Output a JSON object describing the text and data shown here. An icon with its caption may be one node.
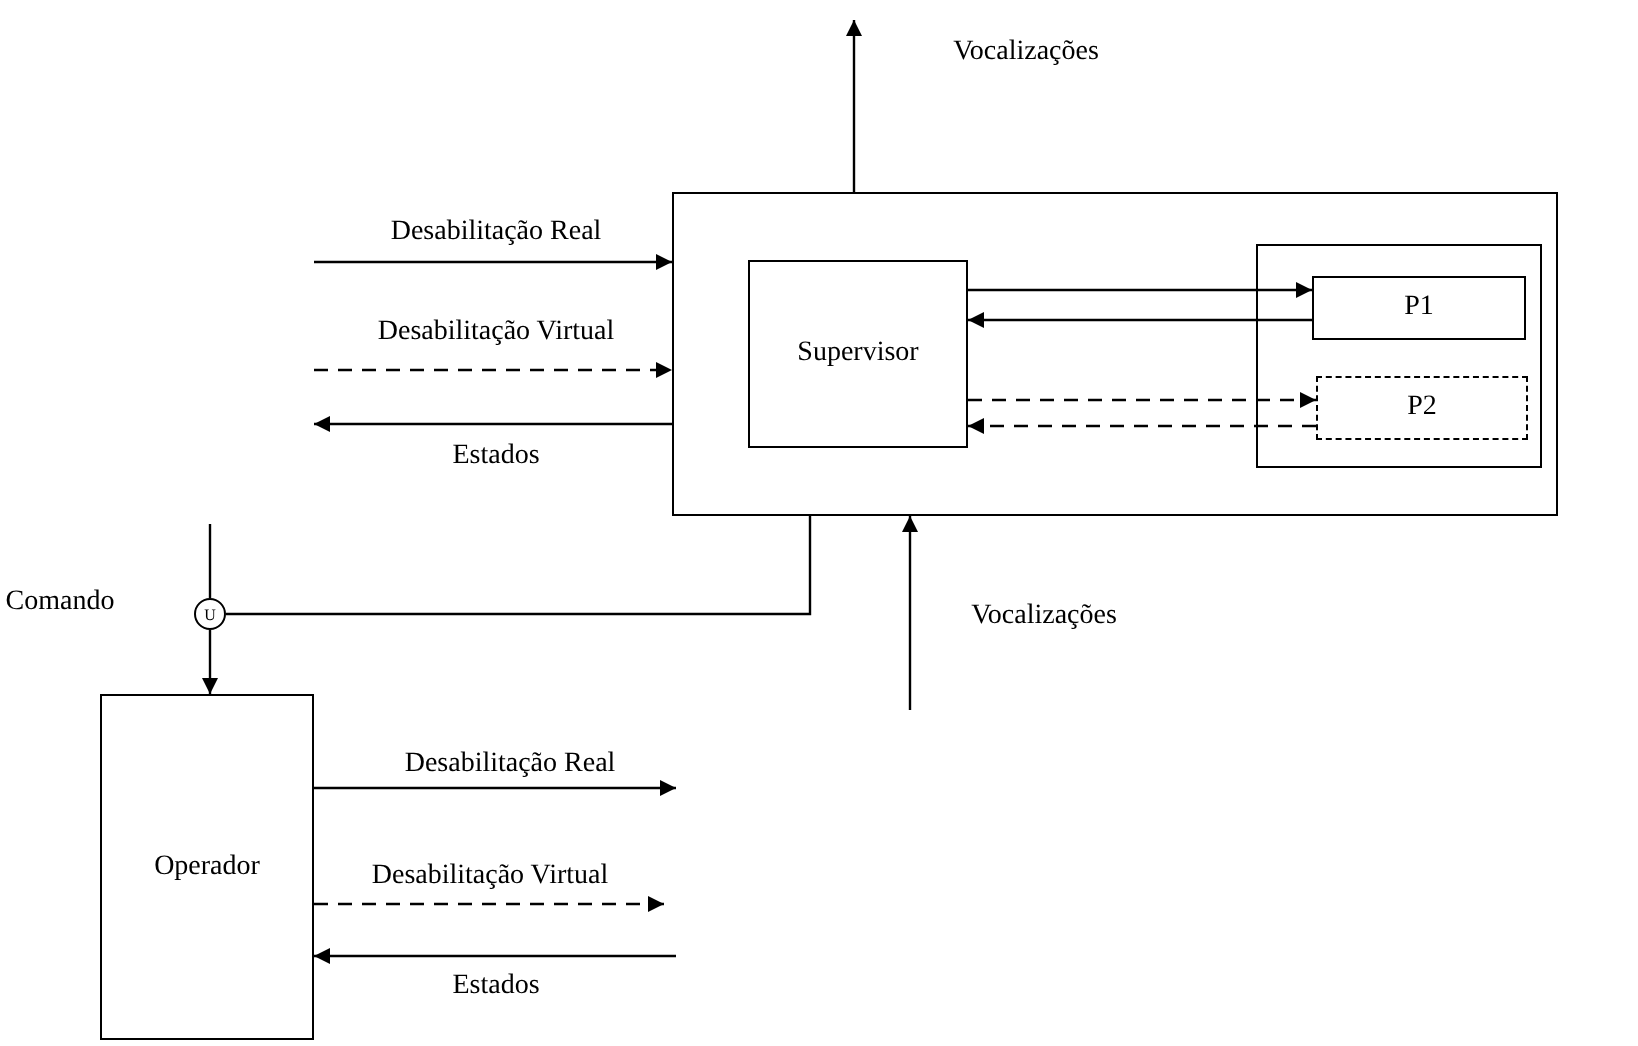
{
  "diagram": {
    "nodes": [
      {
        "text": [],
        "shape": "box"
      },
      {
        "text": [
          "Supervisor"
        ],
        "in": 0
      },
      {
        "text": [],
        "shape": "box",
        "in": 0
      },
      {
        "text": [
          "P1"
        ],
        "in": 2
      },
      {
        "text": [
          "P2"
        ],
        "in": 2
      },
      {
        "text": [
          "U"
        ],
        "beside": [
          "Comando"
        ]
      },
      {
        "text": [
          "Operador"
        ]
      }
    ],
    "edges": [
      {
        "from": null,
        "to": 0,
        "arrow": "to",
        "label": "Desabilitação Real"
      },
      {
        "from": null,
        "to": 0,
        "arrow": "to",
        "label": "Desabilitação Virtual",
        "style": "dashed"
      },
      {
        "from": 0,
        "to": null,
        "arrow": "to",
        "label": "Estados"
      },
      {
        "from": 0,
        "to": null,
        "arrow": "to",
        "label": "Vocalizações"
      },
      {
        "from": null,
        "to": 0,
        "arrow": "to",
        "label": "Vocalizações"
      },
      {
        "from": 1,
        "to": 3,
        "arrow": "to"
      },
      {
        "from": 3,
        "to": 1,
        "arrow": "to"
      },
      {
        "from": 1,
        "to": 4,
        "arrow": "to",
        "style": "dashed"
      },
      {
        "from": 4,
        "to": 1,
        "arrow": "to",
        "style": "dashed"
      },
      {
        "from": 0,
        "to": 5,
        "arrow": "none"
      },
      {
        "from": null,
        "to": 5,
        "arrow": "none"
      },
      {
        "from": 5,
        "to": 6,
        "arrow": "to"
      },
      {
        "from": 6,
        "to": null,
        "arrow": "to",
        "label": "Desabilitação Real"
      },
      {
        "from": 6,
        "to": null,
        "arrow": "to",
        "label": "Desabilitação Virtual",
        "style": "dashed"
      },
      {
        "from": null,
        "to": 6,
        "arrow": "to",
        "label": "Estados"
      }
    ]
  }
}
